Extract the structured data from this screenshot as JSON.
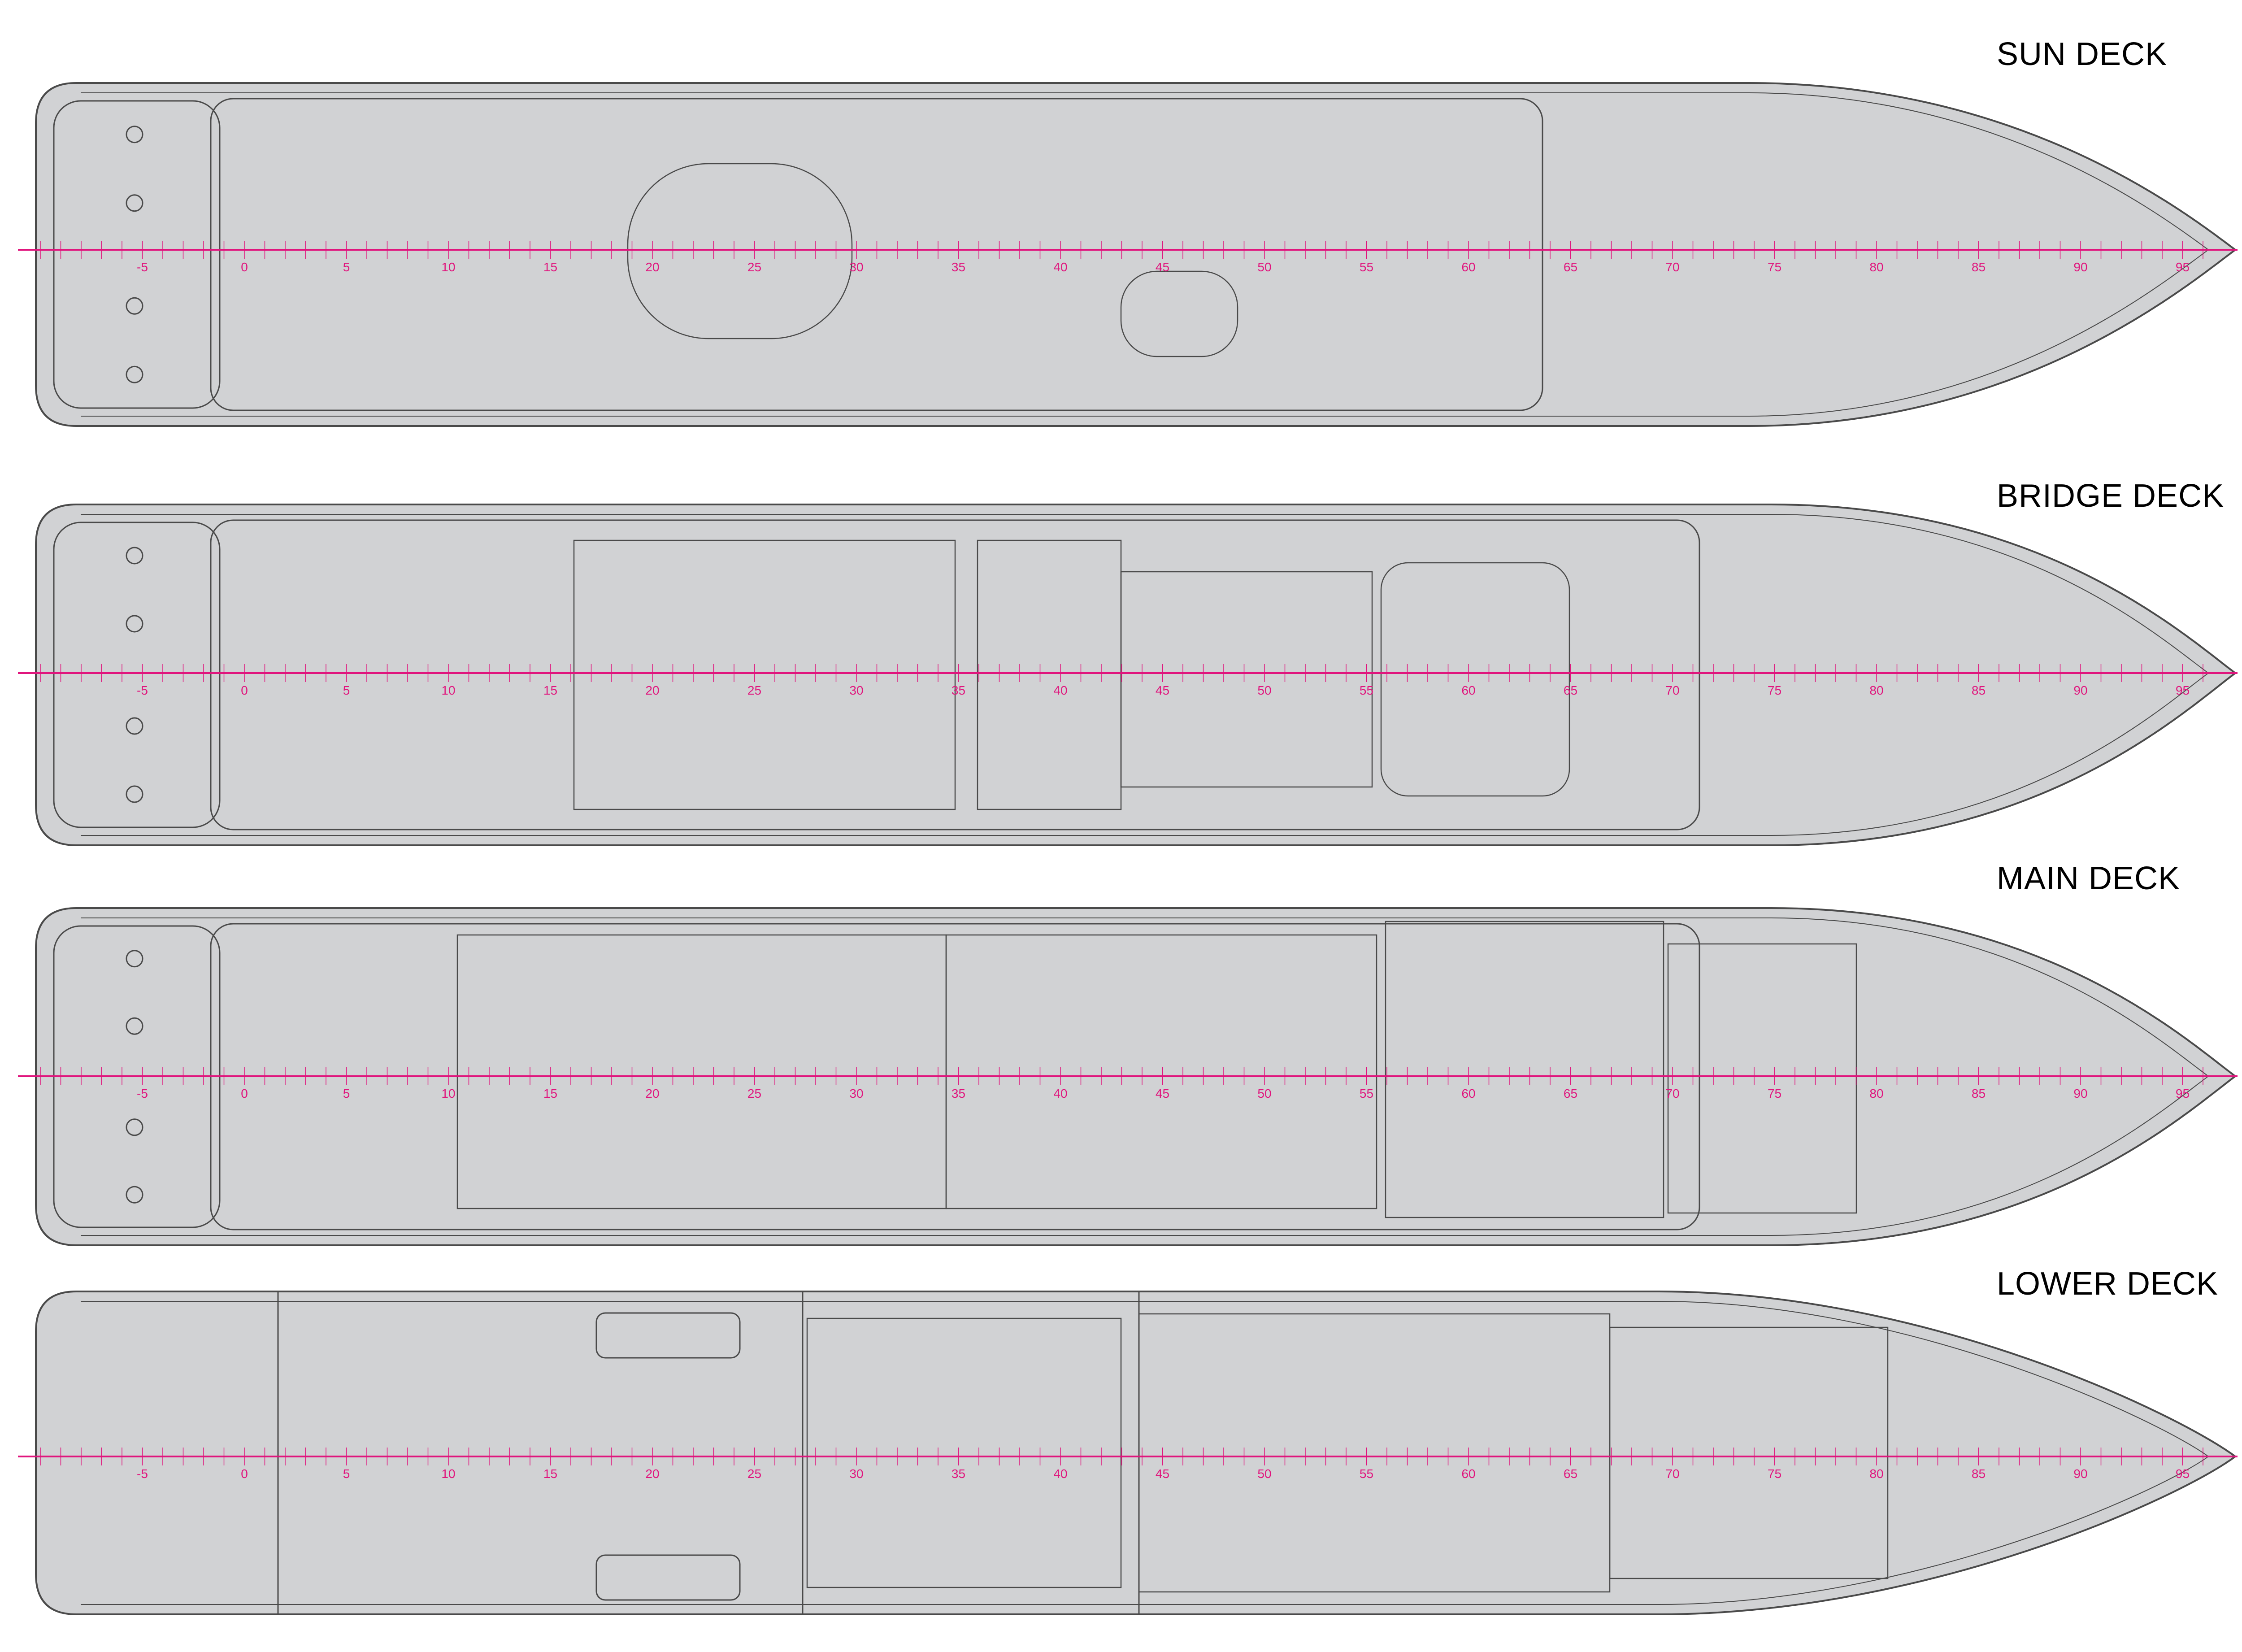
{
  "decks": [
    {
      "id": "sun",
      "title": "SUN DECK"
    },
    {
      "id": "bridge",
      "title": "BRIDGE DECK"
    },
    {
      "id": "main",
      "title": "MAIN DECK"
    },
    {
      "id": "lower",
      "title": "LOWER DECK"
    }
  ],
  "frame_labels": [
    "-5",
    "0",
    "5",
    "10",
    "15",
    "20",
    "25",
    "30",
    "35",
    "40",
    "45",
    "50",
    "55",
    "60",
    "65",
    "70",
    "75",
    "80",
    "85",
    "90",
    "95"
  ],
  "colors": {
    "hull_fill": "#d1d2d4",
    "line": "#4a4a4a",
    "centerline": "#e0157d",
    "background": "#ffffff"
  }
}
